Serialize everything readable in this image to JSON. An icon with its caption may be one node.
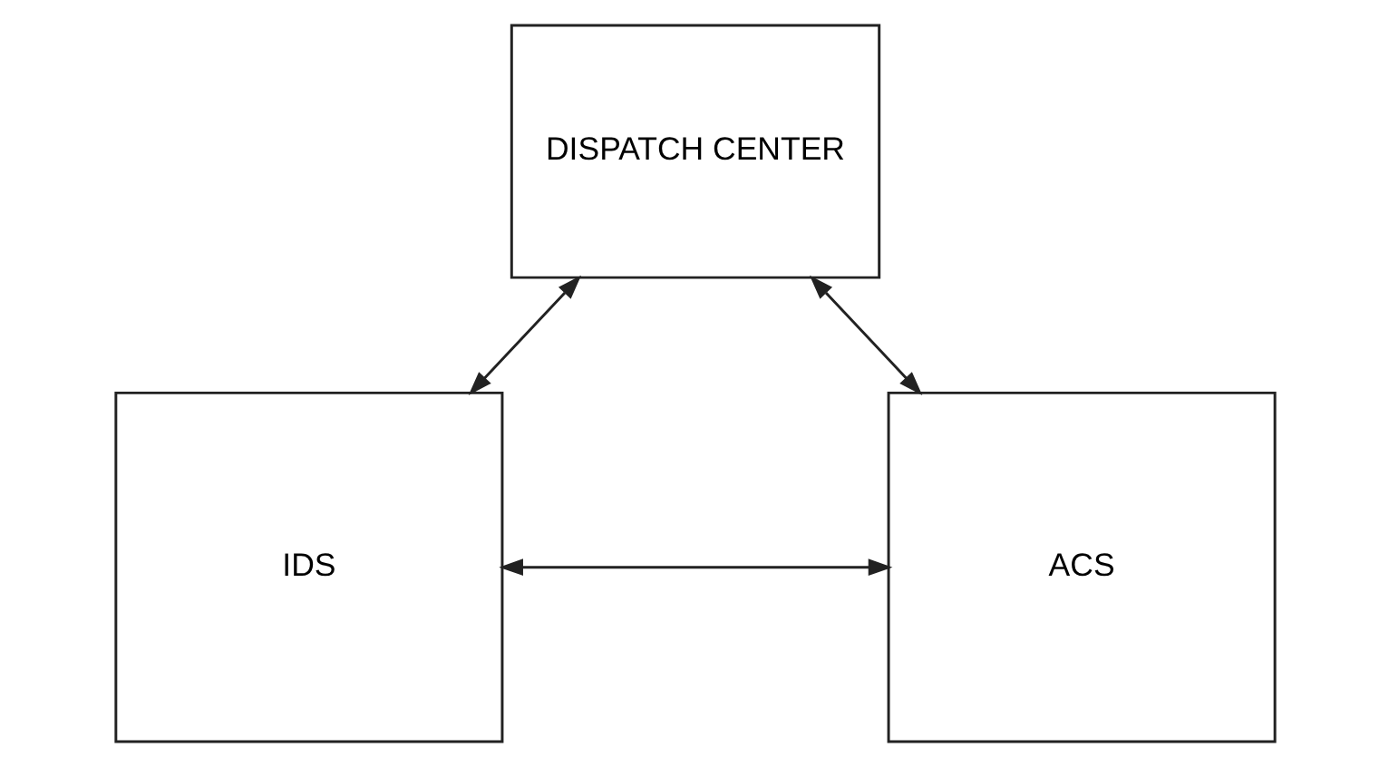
{
  "diagram": {
    "nodes": [
      {
        "text": [
          "DISPATCH CENTER"
        ]
      },
      {
        "text": [
          "IDS"
        ]
      },
      {
        "text": [
          "ACS"
        ]
      }
    ],
    "edges": [
      {
        "from": 0,
        "to": 1,
        "arrow": "both"
      },
      {
        "from": 0,
        "to": 2,
        "arrow": "both"
      },
      {
        "from": 1,
        "to": 2,
        "arrow": "both"
      }
    ]
  }
}
